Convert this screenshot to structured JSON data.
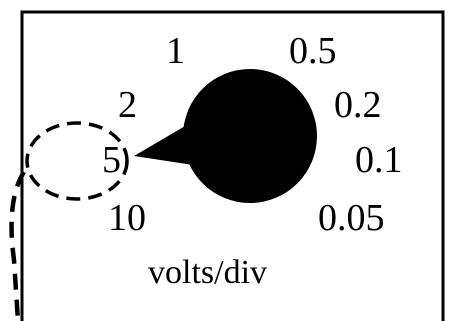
{
  "dial": {
    "scale_labels": [
      "1",
      "0.5",
      "2",
      "0.2",
      "5",
      "0.1",
      "10",
      "0.05"
    ],
    "unit_label": "volts/div",
    "selected_setting": "5",
    "knob_color": "#000000",
    "line_color": "#000000",
    "background_color": "#ffffff"
  }
}
